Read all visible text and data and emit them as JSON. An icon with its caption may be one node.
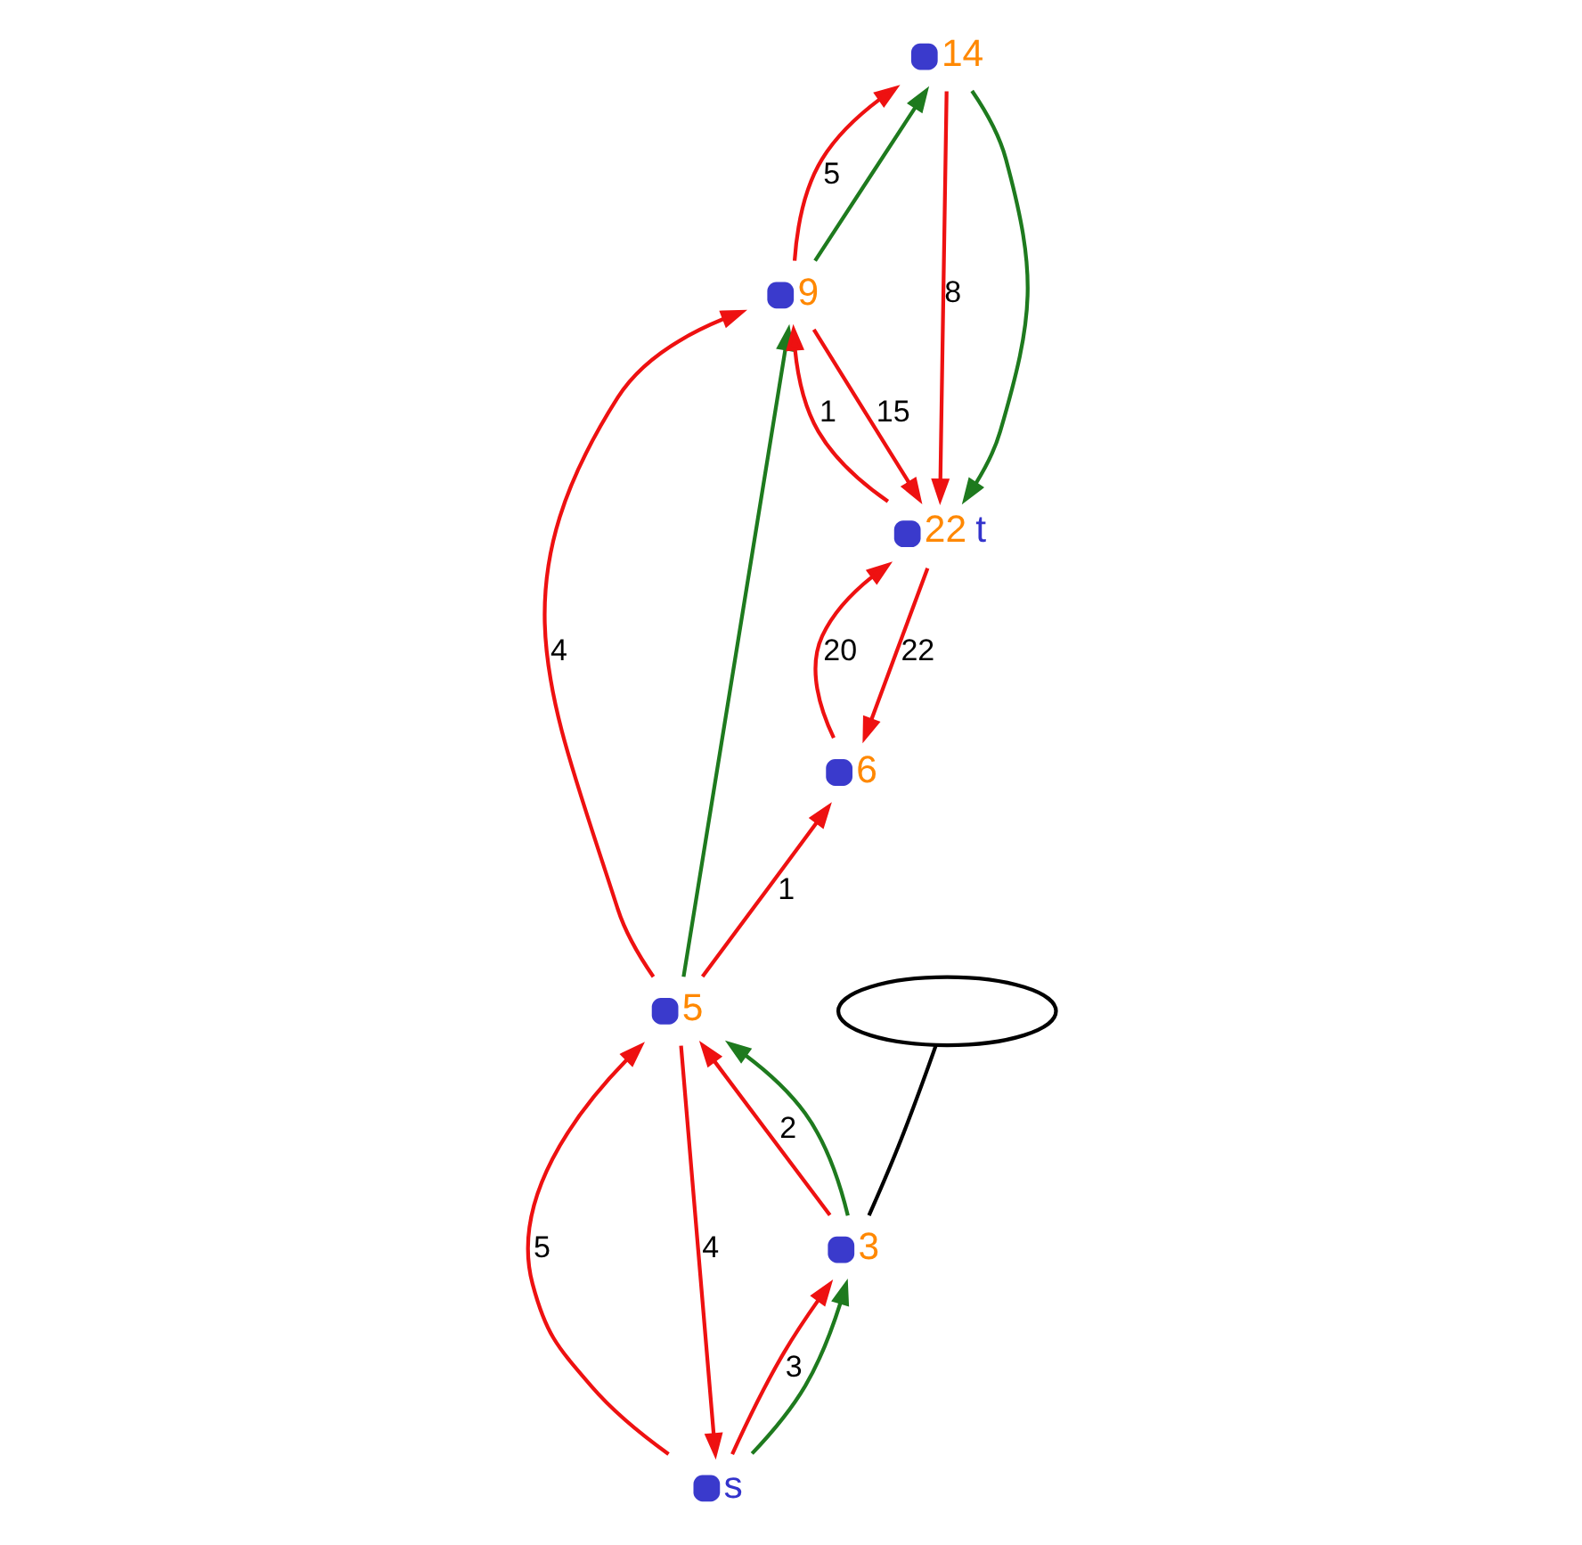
{
  "diagram": {
    "nodes": [
      {
        "text": [],
        "shape": "circle",
        "beside": [
          "s"
        ]
      },
      {
        "text": [],
        "shape": "circle",
        "beside": [
          "5"
        ]
      },
      {
        "text": [],
        "shape": "circle",
        "beside": [
          "3"
        ]
      },
      {
        "text": [],
        "shape": "circle",
        "beside": [
          "9"
        ]
      },
      {
        "text": [],
        "shape": "circle",
        "beside": [
          "6"
        ]
      },
      {
        "text": [],
        "shape": "circle",
        "beside": [
          "14"
        ]
      },
      {
        "text": [],
        "shape": "circle",
        "beside": [
          "22",
          "t"
        ]
      },
      {
        "text": [],
        "shape": "cloud"
      }
    ],
    "edges": [
      {
        "from": 0,
        "to": 1,
        "arrow": "to",
        "label": "5"
      },
      {
        "from": 1,
        "to": 0,
        "arrow": "to",
        "label": "4"
      },
      {
        "from": 0,
        "to": 2,
        "arrow": "to",
        "label": "3"
      },
      {
        "from": 2,
        "to": 1,
        "arrow": "to",
        "label": "2"
      },
      {
        "from": 1,
        "to": 3,
        "arrow": "to",
        "label": "4"
      },
      {
        "from": 1,
        "to": 4,
        "arrow": "to",
        "label": "1"
      },
      {
        "from": 4,
        "to": 6,
        "arrow": "to",
        "label": "20"
      },
      {
        "from": 6,
        "to": 4,
        "arrow": "to",
        "label": "22"
      },
      {
        "from": 3,
        "to": 6,
        "arrow": "to",
        "label": "15"
      },
      {
        "from": 6,
        "to": 3,
        "arrow": "to",
        "label": "1"
      },
      {
        "from": 3,
        "to": 5,
        "arrow": "to",
        "label": "5"
      },
      {
        "from": 5,
        "to": 6,
        "arrow": "to",
        "label": "8"
      },
      {
        "from": 0,
        "to": 2,
        "arrow": "to",
        "color": "#1e7a1e"
      },
      {
        "from": 2,
        "to": 1,
        "arrow": "to",
        "color": "#1e7a1e"
      },
      {
        "from": 1,
        "to": 3,
        "arrow": "to",
        "color": "#1e7a1e"
      },
      {
        "from": 3,
        "to": 5,
        "arrow": "to",
        "color": "#1e7a1e"
      },
      {
        "from": 5,
        "to": 6,
        "arrow": "to",
        "color": "#1e7a1e"
      },
      {
        "from": 2,
        "to": 7,
        "arrow": "none",
        "color": "#000000"
      }
    ]
  }
}
